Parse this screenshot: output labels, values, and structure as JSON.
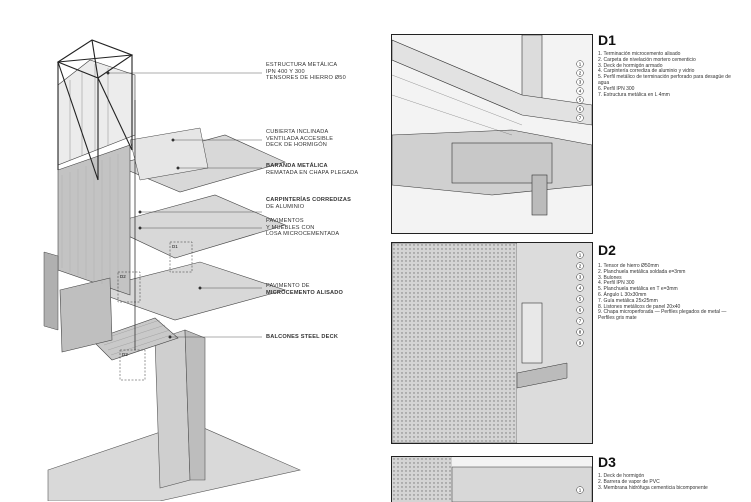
{
  "labels": [
    {
      "line1": "ESTRUCTURA METÁLICA",
      "line2": "IPN 400 Y 300",
      "line3": "TENSORES DE HIERRO Ø50"
    },
    {
      "line1": "CUBIERTA INCLINADA",
      "line2": "VENTILADA ACCESIBLE",
      "line3": "DECK DE HORMIGÓN"
    },
    {
      "line1": "BARANDA METÁLICA",
      "line2": "REMATADA EN CHAPA PLEGADA",
      "line3": ""
    },
    {
      "line1": "CARPINTERÍAS CORREDIZAS",
      "line2": "DE ALUMINIO",
      "line3": ""
    },
    {
      "line1": "PAVIMENTOS",
      "line2": "Y MUEBLES CON",
      "line3": "LOSA MICROCEMENTADA"
    },
    {
      "line1": "PAVIMENTO DE",
      "line2": "MICROCEMENTO ALISADO",
      "line3": ""
    },
    {
      "line1": "BALCONES STEEL DECK",
      "line2": "",
      "line3": ""
    }
  ],
  "details": [
    {
      "title": "D1",
      "notes": [
        "1. Terminación microcemento alisado",
        "2. Carpeta de nivelación mortero cementicio",
        "3. Deck de hormigón armado",
        "4. Carpintería corrediza de aluminio y vidrio",
        "5. Perfil metálico de terminación perforado para desagüe de agua",
        "6. Perfil IPN 300",
        "7. Estructura metálica en L 4mm"
      ],
      "callouts": [
        "1",
        "2",
        "3",
        "4",
        "5",
        "6",
        "7"
      ]
    },
    {
      "title": "D2",
      "notes": [
        "1. Tensor de hierro Ø50mm",
        "2. Planchuela metálica soldada e=3mm",
        "3. Bulones",
        "4. Perfil IPN 300",
        "5. Planchuela metálica en T e=3mm",
        "6. Ángulo L 30x30mm",
        "7. Guía metálica 25x25mm",
        "8. Listones metálicos de panel 20x40",
        "9. Chapa microperforada — Perfiles plegados de metal — Perfiles gris mate"
      ],
      "callouts": [
        "1",
        "2",
        "3",
        "4",
        "5",
        "6",
        "7",
        "8",
        "9"
      ]
    },
    {
      "title": "D3",
      "notes": [
        "1. Deck de hormigón",
        "2. Barrera de vapor de PVC",
        "3. Membrana hidrófuga cementicia bicomponente"
      ],
      "callouts": [
        "1"
      ]
    }
  ],
  "markers": [
    "D1",
    "D2",
    "D3"
  ],
  "colors": {
    "ink": "#222222",
    "concrete": "#d6d6d6",
    "perforated": "#bdbdbd",
    "glass": "#e8e8e8"
  }
}
